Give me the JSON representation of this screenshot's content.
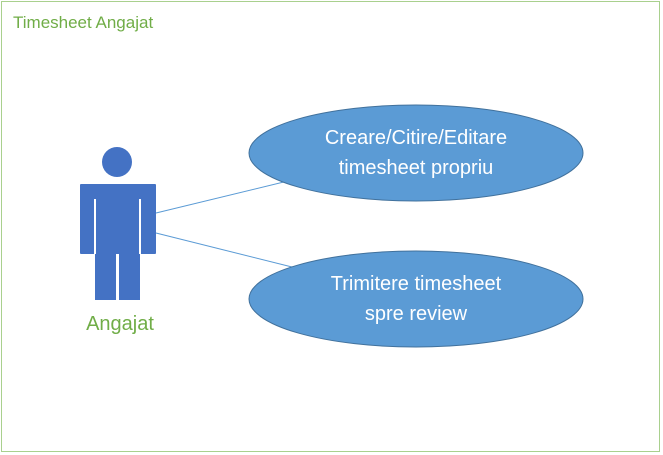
{
  "diagram": {
    "title": "Timesheet Angajat",
    "actor": {
      "label": "Angajat",
      "icon": "person-icon",
      "color": "#4472c4"
    },
    "use_cases": [
      {
        "line1": "Creare/Citire/Editare",
        "line2": "timesheet propriu"
      },
      {
        "line1": "Trimitere timesheet",
        "line2": "spre review"
      }
    ],
    "colors": {
      "frame_border": "#a9d08e",
      "title_text": "#70ad47",
      "use_case_fill": "#5b9bd5",
      "use_case_stroke": "#41719c",
      "association_line": "#5b9bd5"
    }
  }
}
